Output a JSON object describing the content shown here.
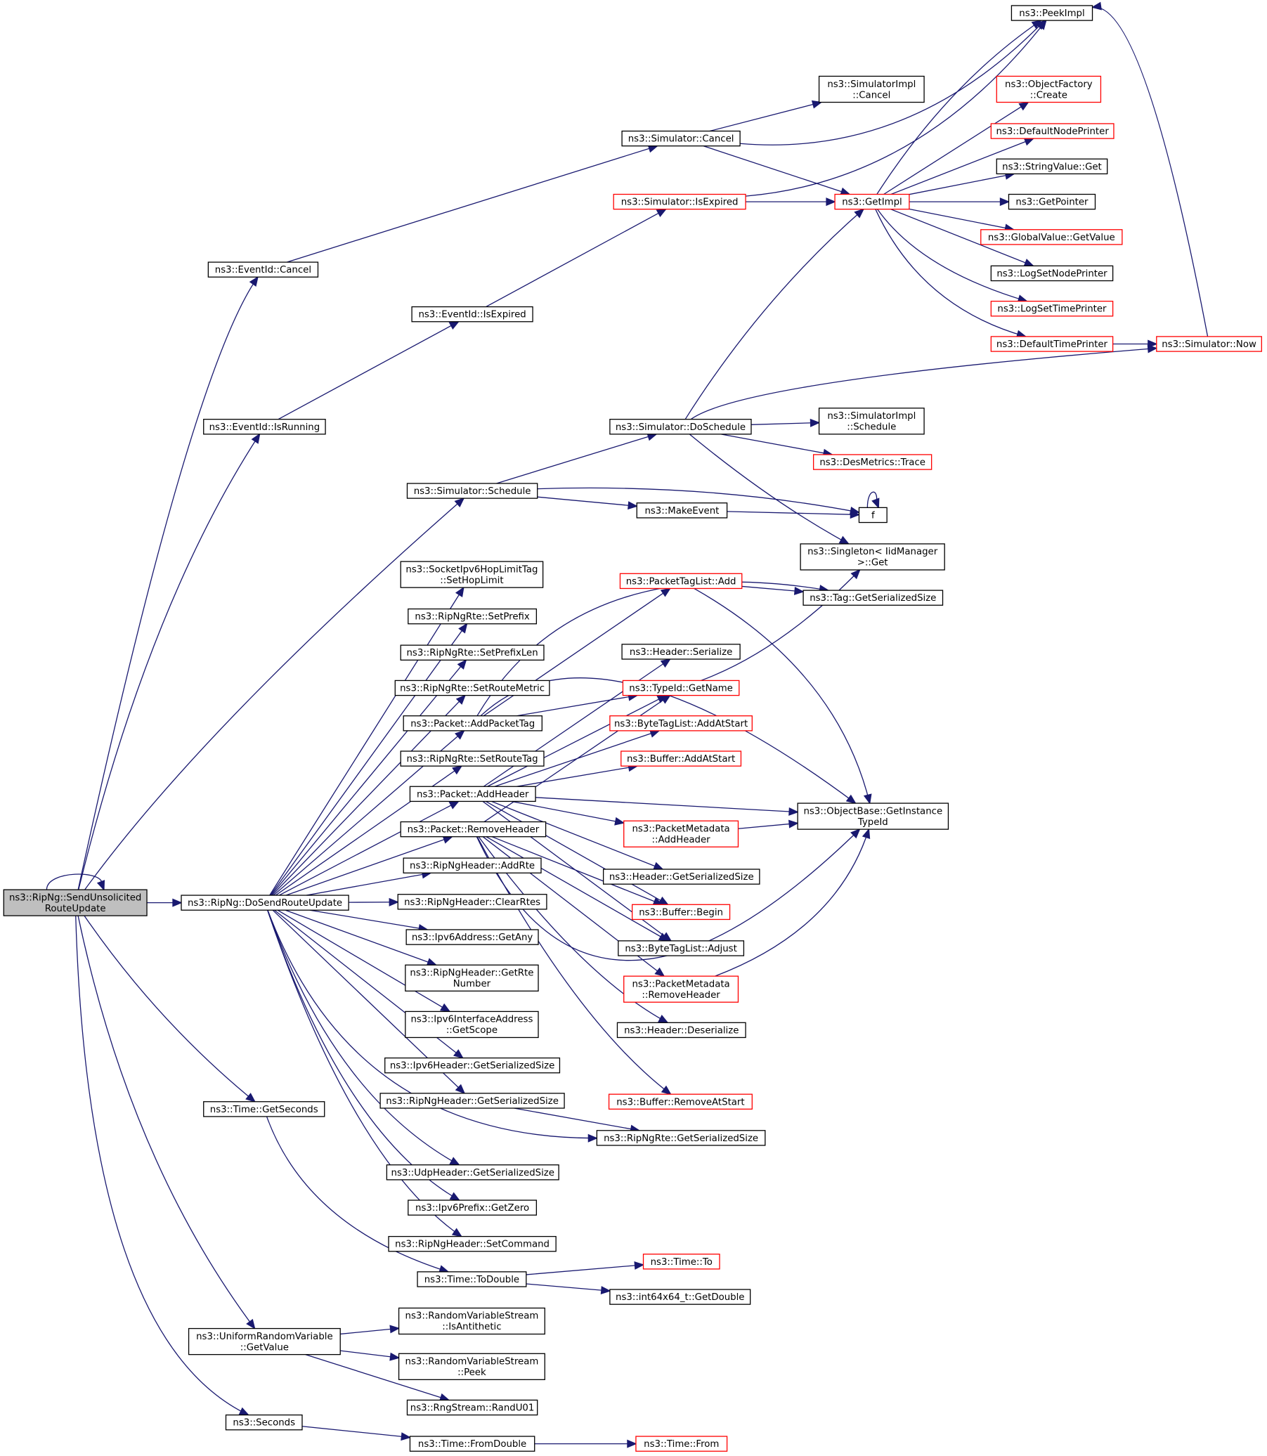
{
  "diagram": {
    "title": "",
    "colors": {
      "edge": "#191970",
      "node_border": "#000000",
      "node_border_external": "#ff0000",
      "root_fill": "#bfbfbf"
    },
    "nodes": [
      {
        "id": "root",
        "lines": [
          "ns3::RipNg::SendUnsolicited",
          "RouteUpdate"
        ],
        "style": "root"
      },
      {
        "id": "doSend",
        "lines": [
          "ns3::RipNg::DoSendRouteUpdate"
        ],
        "style": "normal"
      },
      {
        "id": "evCancel",
        "lines": [
          "ns3::EventId::Cancel"
        ],
        "style": "normal"
      },
      {
        "id": "evIsExpired",
        "lines": [
          "ns3::EventId::IsExpired"
        ],
        "style": "normal"
      },
      {
        "id": "evIsRunning",
        "lines": [
          "ns3::EventId::IsRunning"
        ],
        "style": "normal"
      },
      {
        "id": "simSchedule",
        "lines": [
          "ns3::Simulator::Schedule"
        ],
        "style": "normal"
      },
      {
        "id": "timeGetSeconds",
        "lines": [
          "ns3::Time::GetSeconds"
        ],
        "style": "normal"
      },
      {
        "id": "uniformGetValue",
        "lines": [
          "ns3::UniformRandomVariable",
          "::GetValue"
        ],
        "style": "normal"
      },
      {
        "id": "seconds",
        "lines": [
          "ns3::Seconds"
        ],
        "style": "normal"
      },
      {
        "id": "simCancel",
        "lines": [
          "ns3::Simulator::Cancel"
        ],
        "style": "normal"
      },
      {
        "id": "simIsExpired",
        "lines": [
          "ns3::Simulator::IsExpired"
        ],
        "style": "red"
      },
      {
        "id": "simDoSchedule",
        "lines": [
          "ns3::Simulator::DoSchedule"
        ],
        "style": "normal"
      },
      {
        "id": "makeEvent",
        "lines": [
          "ns3::MakeEvent"
        ],
        "style": "normal"
      },
      {
        "id": "simImplCancel",
        "lines": [
          "ns3::SimulatorImpl",
          "::Cancel"
        ],
        "style": "normal"
      },
      {
        "id": "getImpl",
        "lines": [
          "ns3::GetImpl"
        ],
        "style": "red"
      },
      {
        "id": "simImplSchedule",
        "lines": [
          "ns3::SimulatorImpl",
          "::Schedule"
        ],
        "style": "normal"
      },
      {
        "id": "desTrace",
        "lines": [
          "ns3::DesMetrics::Trace"
        ],
        "style": "red"
      },
      {
        "id": "f",
        "lines": [
          "f"
        ],
        "style": "normal"
      },
      {
        "id": "singleton",
        "lines": [
          "ns3::Singleton< IidManager",
          ">::Get"
        ],
        "style": "normal"
      },
      {
        "id": "peekImpl",
        "lines": [
          "ns3::PeekImpl"
        ],
        "style": "normal"
      },
      {
        "id": "objFactory",
        "lines": [
          "ns3::ObjectFactory",
          "::Create"
        ],
        "style": "red"
      },
      {
        "id": "defNodePrinter",
        "lines": [
          "ns3::DefaultNodePrinter"
        ],
        "style": "red"
      },
      {
        "id": "stringValueGet",
        "lines": [
          "ns3::StringValue::Get"
        ],
        "style": "normal"
      },
      {
        "id": "getPointer",
        "lines": [
          "ns3::GetPointer"
        ],
        "style": "normal"
      },
      {
        "id": "globalValueGetValue",
        "lines": [
          "ns3::GlobalValue::GetValue"
        ],
        "style": "red"
      },
      {
        "id": "logSetNodePrinter",
        "lines": [
          "ns3::LogSetNodePrinter"
        ],
        "style": "normal"
      },
      {
        "id": "logSetTimePrinter",
        "lines": [
          "ns3::LogSetTimePrinter"
        ],
        "style": "red"
      },
      {
        "id": "defTimePrinter",
        "lines": [
          "ns3::DefaultTimePrinter"
        ],
        "style": "red"
      },
      {
        "id": "simNow",
        "lines": [
          "ns3::Simulator::Now"
        ],
        "style": "red"
      },
      {
        "id": "hopLimit",
        "lines": [
          "ns3::SocketIpv6HopLimitTag",
          "::SetHopLimit"
        ],
        "style": "normal"
      },
      {
        "id": "setPrefix",
        "lines": [
          "ns3::RipNgRte::SetPrefix"
        ],
        "style": "normal"
      },
      {
        "id": "setPrefixLen",
        "lines": [
          "ns3::RipNgRte::SetPrefixLen"
        ],
        "style": "normal"
      },
      {
        "id": "setRouteMetric",
        "lines": [
          "ns3::RipNgRte::SetRouteMetric"
        ],
        "style": "normal"
      },
      {
        "id": "addPacketTag",
        "lines": [
          "ns3::Packet::AddPacketTag"
        ],
        "style": "normal"
      },
      {
        "id": "setRouteTag",
        "lines": [
          "ns3::RipNgRte::SetRouteTag"
        ],
        "style": "normal"
      },
      {
        "id": "addHeader",
        "lines": [
          "ns3::Packet::AddHeader"
        ],
        "style": "normal"
      },
      {
        "id": "removeHeader",
        "lines": [
          "ns3::Packet::RemoveHeader"
        ],
        "style": "normal"
      },
      {
        "id": "addRte",
        "lines": [
          "ns3::RipNgHeader::AddRte"
        ],
        "style": "normal"
      },
      {
        "id": "clearRtes",
        "lines": [
          "ns3::RipNgHeader::ClearRtes"
        ],
        "style": "normal"
      },
      {
        "id": "getAny",
        "lines": [
          "ns3::Ipv6Address::GetAny"
        ],
        "style": "normal"
      },
      {
        "id": "getRteNumber",
        "lines": [
          "ns3::RipNgHeader::GetRte",
          "Number"
        ],
        "style": "normal"
      },
      {
        "id": "getScope",
        "lines": [
          "ns3::Ipv6InterfaceAddress",
          "::GetScope"
        ],
        "style": "normal"
      },
      {
        "id": "ipv6HdrSize",
        "lines": [
          "ns3::Ipv6Header::GetSerializedSize"
        ],
        "style": "normal"
      },
      {
        "id": "ripNgHdrSize",
        "lines": [
          "ns3::RipNgHeader::GetSerializedSize"
        ],
        "style": "normal"
      },
      {
        "id": "udpHdrSize",
        "lines": [
          "ns3::UdpHeader::GetSerializedSize"
        ],
        "style": "normal"
      },
      {
        "id": "getZero",
        "lines": [
          "ns3::Ipv6Prefix::GetZero"
        ],
        "style": "normal"
      },
      {
        "id": "setCommand",
        "lines": [
          "ns3::RipNgHeader::SetCommand"
        ],
        "style": "normal"
      },
      {
        "id": "toDouble",
        "lines": [
          "ns3::Time::ToDouble"
        ],
        "style": "normal"
      },
      {
        "id": "isAntithetic",
        "lines": [
          "ns3::RandomVariableStream",
          "::IsAntithetic"
        ],
        "style": "normal"
      },
      {
        "id": "rvsPeek",
        "lines": [
          "ns3::RandomVariableStream",
          "::Peek"
        ],
        "style": "normal"
      },
      {
        "id": "randU01",
        "lines": [
          "ns3::RngStream::RandU01"
        ],
        "style": "normal"
      },
      {
        "id": "fromDouble",
        "lines": [
          "ns3::Time::FromDouble"
        ],
        "style": "normal"
      },
      {
        "id": "packetTagListAdd",
        "lines": [
          "ns3::PacketTagList::Add"
        ],
        "style": "red"
      },
      {
        "id": "headerSerialize",
        "lines": [
          "ns3::Header::Serialize"
        ],
        "style": "normal"
      },
      {
        "id": "typeIdGetName",
        "lines": [
          "ns3::TypeId::GetName"
        ],
        "style": "red"
      },
      {
        "id": "byteTagAddAtStart",
        "lines": [
          "ns3::ByteTagList::AddAtStart"
        ],
        "style": "red"
      },
      {
        "id": "bufferAddAtStart",
        "lines": [
          "ns3::Buffer::AddAtStart"
        ],
        "style": "red"
      },
      {
        "id": "pmAddHeader",
        "lines": [
          "ns3::PacketMetadata",
          "::AddHeader"
        ],
        "style": "red"
      },
      {
        "id": "headerGetSerSize",
        "lines": [
          "ns3::Header::GetSerializedSize"
        ],
        "style": "normal"
      },
      {
        "id": "bufferBegin",
        "lines": [
          "ns3::Buffer::Begin"
        ],
        "style": "red"
      },
      {
        "id": "byteTagAdjust",
        "lines": [
          "ns3::ByteTagList::Adjust"
        ],
        "style": "normal"
      },
      {
        "id": "pmRemoveHeader",
        "lines": [
          "ns3::PacketMetadata",
          "::RemoveHeader"
        ],
        "style": "red"
      },
      {
        "id": "headerDeserialize",
        "lines": [
          "ns3::Header::Deserialize"
        ],
        "style": "normal"
      },
      {
        "id": "bufferRemoveAtStart",
        "lines": [
          "ns3::Buffer::RemoveAtStart"
        ],
        "style": "red"
      },
      {
        "id": "rteGetSerSize",
        "lines": [
          "ns3::RipNgRte::GetSerializedSize"
        ],
        "style": "normal"
      },
      {
        "id": "timeTo",
        "lines": [
          "ns3::Time::To"
        ],
        "style": "red"
      },
      {
        "id": "int64GetDouble",
        "lines": [
          "ns3::int64x64_t::GetDouble"
        ],
        "style": "normal"
      },
      {
        "id": "timeFrom",
        "lines": [
          "ns3::Time::From"
        ],
        "style": "red"
      },
      {
        "id": "tagGetSerSize",
        "lines": [
          "ns3::Tag::GetSerializedSize"
        ],
        "style": "normal"
      },
      {
        "id": "objGetInstanceTypeId",
        "lines": [
          "ns3::ObjectBase::GetInstance",
          "TypeId"
        ],
        "style": "normal"
      }
    ],
    "edges": [
      [
        "root",
        "root"
      ],
      [
        "root",
        "evCancel"
      ],
      [
        "root",
        "evIsRunning"
      ],
      [
        "root",
        "simSchedule"
      ],
      [
        "root",
        "doSend"
      ],
      [
        "root",
        "timeGetSeconds"
      ],
      [
        "root",
        "uniformGetValue"
      ],
      [
        "root",
        "seconds"
      ],
      [
        "evCancel",
        "simCancel"
      ],
      [
        "evIsExpired",
        "simIsExpired"
      ],
      [
        "evIsRunning",
        "evIsExpired"
      ],
      [
        "simCancel",
        "simImplCancel"
      ],
      [
        "simCancel",
        "peekImpl"
      ],
      [
        "simCancel",
        "getImpl"
      ],
      [
        "simIsExpired",
        "peekImpl"
      ],
      [
        "simIsExpired",
        "getImpl"
      ],
      [
        "getImpl",
        "peekImpl"
      ],
      [
        "getImpl",
        "objFactory"
      ],
      [
        "getImpl",
        "defNodePrinter"
      ],
      [
        "getImpl",
        "stringValueGet"
      ],
      [
        "getImpl",
        "getPointer"
      ],
      [
        "getImpl",
        "globalValueGetValue"
      ],
      [
        "getImpl",
        "logSetNodePrinter"
      ],
      [
        "getImpl",
        "logSetTimePrinter"
      ],
      [
        "getImpl",
        "defTimePrinter"
      ],
      [
        "defTimePrinter",
        "simNow"
      ],
      [
        "simNow",
        "peekImpl"
      ],
      [
        "simSchedule",
        "simDoSchedule"
      ],
      [
        "simSchedule",
        "f"
      ],
      [
        "simSchedule",
        "makeEvent"
      ],
      [
        "makeEvent",
        "f"
      ],
      [
        "f",
        "f"
      ],
      [
        "simDoSchedule",
        "getImpl"
      ],
      [
        "simDoSchedule",
        "simNow"
      ],
      [
        "simDoSchedule",
        "simImplSchedule"
      ],
      [
        "simDoSchedule",
        "desTrace"
      ],
      [
        "simDoSchedule",
        "singleton"
      ],
      [
        "doSend",
        "hopLimit"
      ],
      [
        "doSend",
        "setPrefix"
      ],
      [
        "doSend",
        "setPrefixLen"
      ],
      [
        "doSend",
        "setRouteMetric"
      ],
      [
        "doSend",
        "addPacketTag"
      ],
      [
        "doSend",
        "setRouteTag"
      ],
      [
        "doSend",
        "addHeader"
      ],
      [
        "doSend",
        "removeHeader"
      ],
      [
        "doSend",
        "addRte"
      ],
      [
        "doSend",
        "clearRtes"
      ],
      [
        "doSend",
        "getAny"
      ],
      [
        "doSend",
        "getRteNumber"
      ],
      [
        "doSend",
        "getScope"
      ],
      [
        "doSend",
        "ipv6HdrSize"
      ],
      [
        "doSend",
        "ripNgHdrSize"
      ],
      [
        "doSend",
        "rteGetSerSize"
      ],
      [
        "doSend",
        "udpHdrSize"
      ],
      [
        "doSend",
        "getZero"
      ],
      [
        "doSend",
        "setCommand"
      ],
      [
        "addPacketTag",
        "packetTagListAdd"
      ],
      [
        "addPacketTag",
        "typeIdGetName"
      ],
      [
        "addPacketTag",
        "tagGetSerSize"
      ],
      [
        "addPacketTag",
        "objGetInstanceTypeId"
      ],
      [
        "packetTagListAdd",
        "tagGetSerSize"
      ],
      [
        "packetTagListAdd",
        "objGetInstanceTypeId"
      ],
      [
        "typeIdGetName",
        "singleton"
      ],
      [
        "addHeader",
        "headerSerialize"
      ],
      [
        "addHeader",
        "typeIdGetName"
      ],
      [
        "addHeader",
        "byteTagAddAtStart"
      ],
      [
        "addHeader",
        "bufferAddAtStart"
      ],
      [
        "addHeader",
        "objGetInstanceTypeId"
      ],
      [
        "addHeader",
        "pmAddHeader"
      ],
      [
        "addHeader",
        "headerGetSerSize"
      ],
      [
        "addHeader",
        "bufferBegin"
      ],
      [
        "addHeader",
        "byteTagAdjust"
      ],
      [
        "pmAddHeader",
        "objGetInstanceTypeId"
      ],
      [
        "removeHeader",
        "typeIdGetName"
      ],
      [
        "removeHeader",
        "bufferBegin"
      ],
      [
        "removeHeader",
        "byteTagAdjust"
      ],
      [
        "removeHeader",
        "pmRemoveHeader"
      ],
      [
        "removeHeader",
        "headerDeserialize"
      ],
      [
        "removeHeader",
        "bufferRemoveAtStart"
      ],
      [
        "removeHeader",
        "objGetInstanceTypeId"
      ],
      [
        "pmRemoveHeader",
        "objGetInstanceTypeId"
      ],
      [
        "ripNgHdrSize",
        "rteGetSerSize"
      ],
      [
        "timeGetSeconds",
        "toDouble"
      ],
      [
        "toDouble",
        "timeTo"
      ],
      [
        "toDouble",
        "int64GetDouble"
      ],
      [
        "uniformGetValue",
        "isAntithetic"
      ],
      [
        "uniformGetValue",
        "rvsPeek"
      ],
      [
        "uniformGetValue",
        "randU01"
      ],
      [
        "seconds",
        "fromDouble"
      ],
      [
        "fromDouble",
        "timeFrom"
      ]
    ]
  }
}
